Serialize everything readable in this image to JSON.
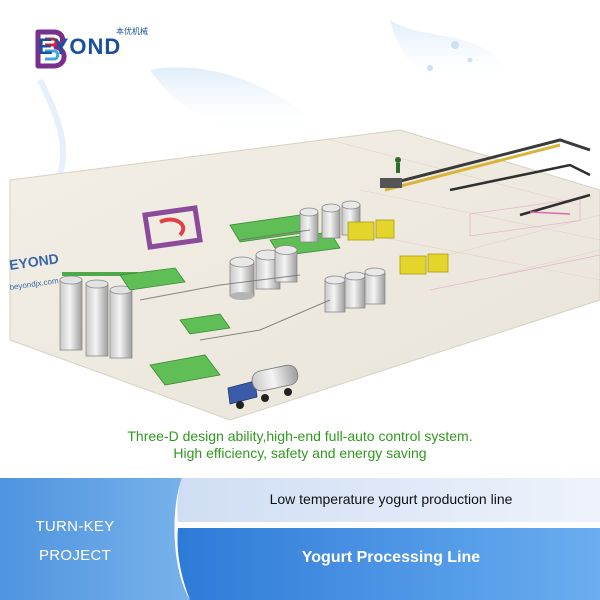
{
  "brand": {
    "name": "EYOND",
    "chinese_name": "本优机械"
  },
  "hero": {
    "tagline_line1": "Three-D design ability,high-end full-auto control system.",
    "tagline_line2": "High efficiency, safety and energy saving"
  },
  "footer": {
    "badge_line1": "TURN-KEY",
    "badge_line2": "PROJECT",
    "subtitle": "Low temperature yogurt production line",
    "product_name": "Yogurt Processing Line"
  },
  "colors": {
    "brand_blue": "#1c4f9e",
    "logo_purple": "#7a2e8e",
    "logo_red": "#e0212d",
    "tagline_green": "#2f9a1e",
    "band_blue": "#5d9fe2",
    "band_light": "#dfe9f7",
    "band_dark_blue": "#3b86e0"
  },
  "icons": [
    "logo-b-icon",
    "water-splash-icon",
    "tank-icon",
    "milk-truck-icon"
  ]
}
